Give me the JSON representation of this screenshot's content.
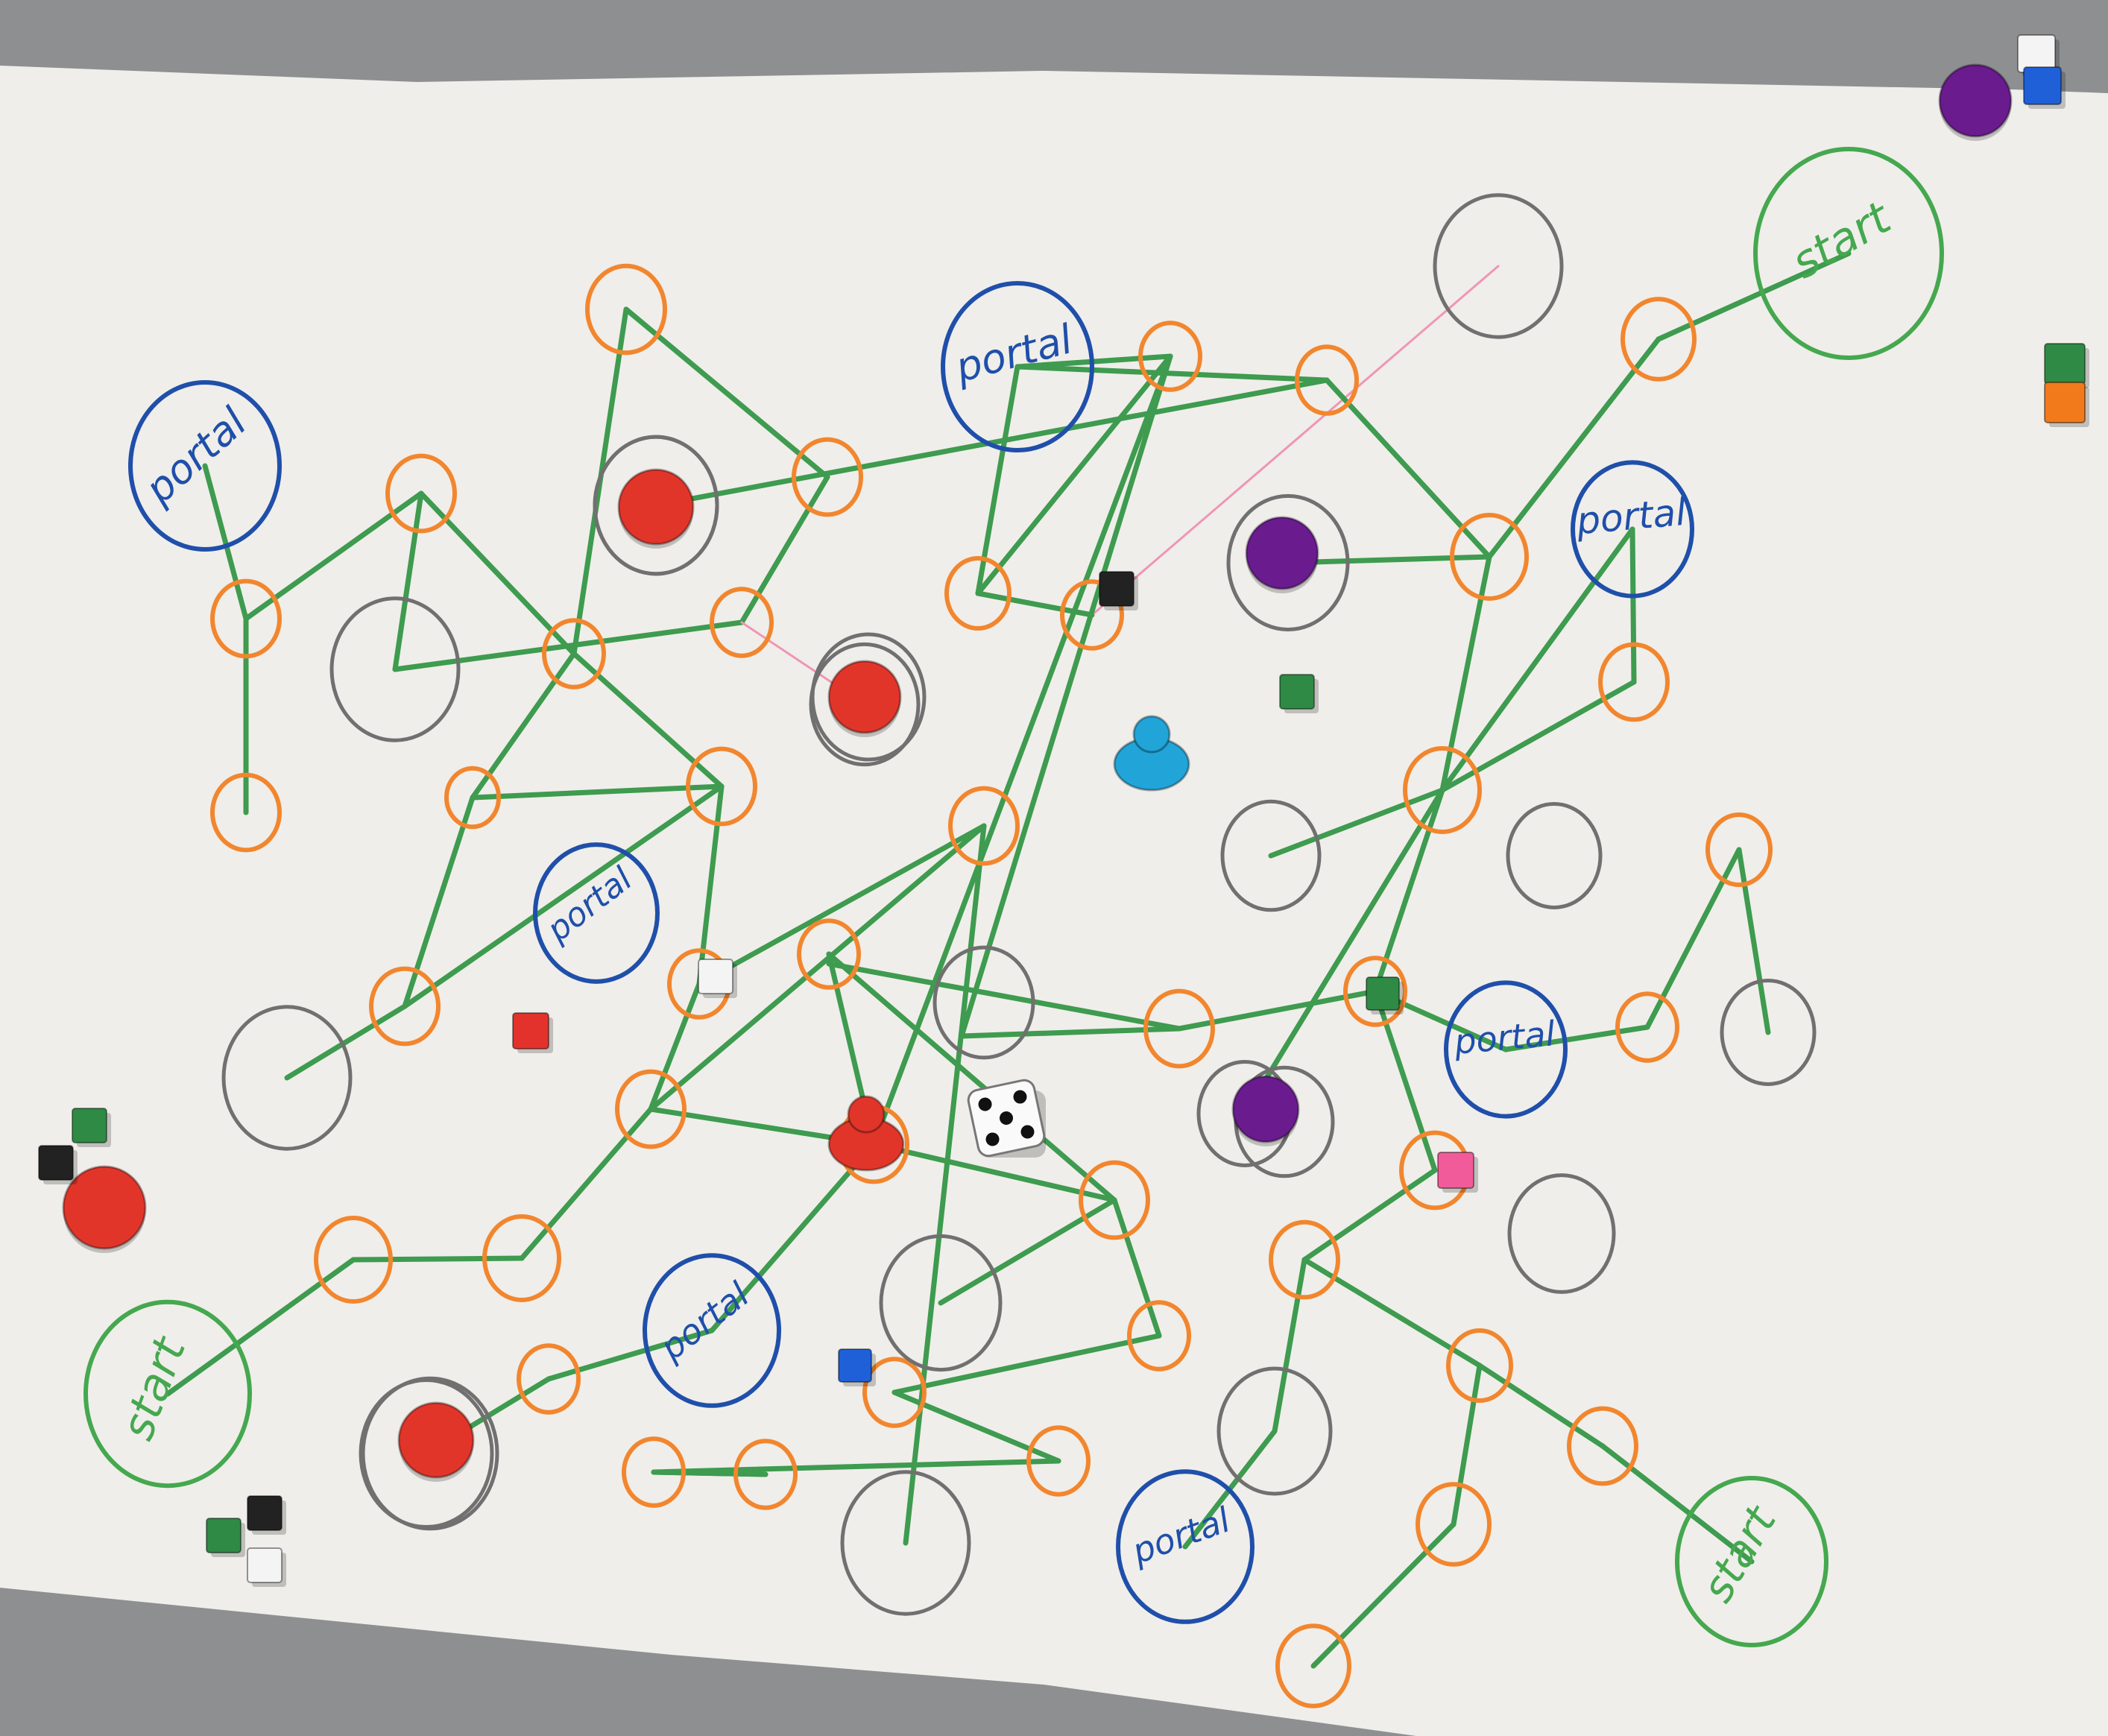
{
  "board": {
    "labels": {
      "portal": "portal",
      "start": "start"
    },
    "colors": {
      "paper": "#efeeea",
      "table": "#8e8f91",
      "path_orange": "#f2862e",
      "gray_space": "#707070",
      "portal_blue": "#1f4faa",
      "start_green": "#45a84f",
      "connection_green": "#3e9b4f",
      "connection_pink": "#f095b5",
      "token_red": "#e2352a",
      "token_purple": "#6a1b8e",
      "token_blue": "#21a4d8",
      "cube_green": "#2e8a44",
      "cube_black": "#222222",
      "cube_red": "#e3322b",
      "cube_pink": "#f25b9a",
      "cube_white": "#f4f4f4",
      "cube_blue": "#1f5fd8",
      "cube_orange": "#f27a1a"
    }
  },
  "pieces": {
    "dice_face_value": 5,
    "pawns": [
      {
        "color": "blue",
        "kind": "pawn"
      },
      {
        "color": "red",
        "kind": "pawn"
      }
    ]
  }
}
